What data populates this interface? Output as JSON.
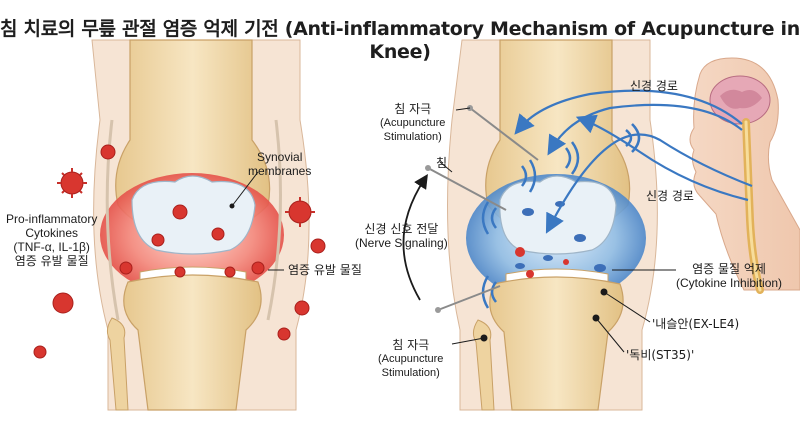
{
  "title": "침 치료의 무릎 관절 염증 억제 기전 (Anti-inflammatory Mechanism of Acupuncture in Knee)",
  "left_panel": {
    "synovial_label_1": "Synovial",
    "synovial_label_2": "membranes",
    "cytokine_label_1": "Pro-inflammatory",
    "cytokine_label_2": "Cytokines",
    "cytokine_label_3": "(TNF-α, IL-1β)",
    "cytokine_label_ko": "염증 유발 물질",
    "inflammatory_label": "염증 유발 물질"
  },
  "right_panel": {
    "stim_top_ko": "침 자극",
    "stim_top_en_1": "(Acupuncture",
    "stim_top_en_2": "Stimulation)",
    "needle_label": "침",
    "signal_ko": "신경 신호 전달",
    "signal_en": "(Nerve Signaling)",
    "stim_bottom_ko": "침 자극",
    "stim_bottom_en_1": "(Acupuncture",
    "stim_bottom_en_2": "Stimulation)",
    "nerve_pathway_top": "신경 경로",
    "nerve_pathway_bottom": "신경 경로",
    "cytokine_inhibition_ko": "염증 물질 억제",
    "cytokine_inhibition_en": "(Cytokine Inhibition)",
    "point_ex_le4": "'내슬안(EX-LE4)",
    "point_st35": "'독비(ST35)'"
  },
  "colors": {
    "inflammation_red": "#e0413a",
    "nerve_blue": "#3a78c2",
    "bone": "#f1d9a6",
    "cartilage": "#dfe9f1"
  }
}
